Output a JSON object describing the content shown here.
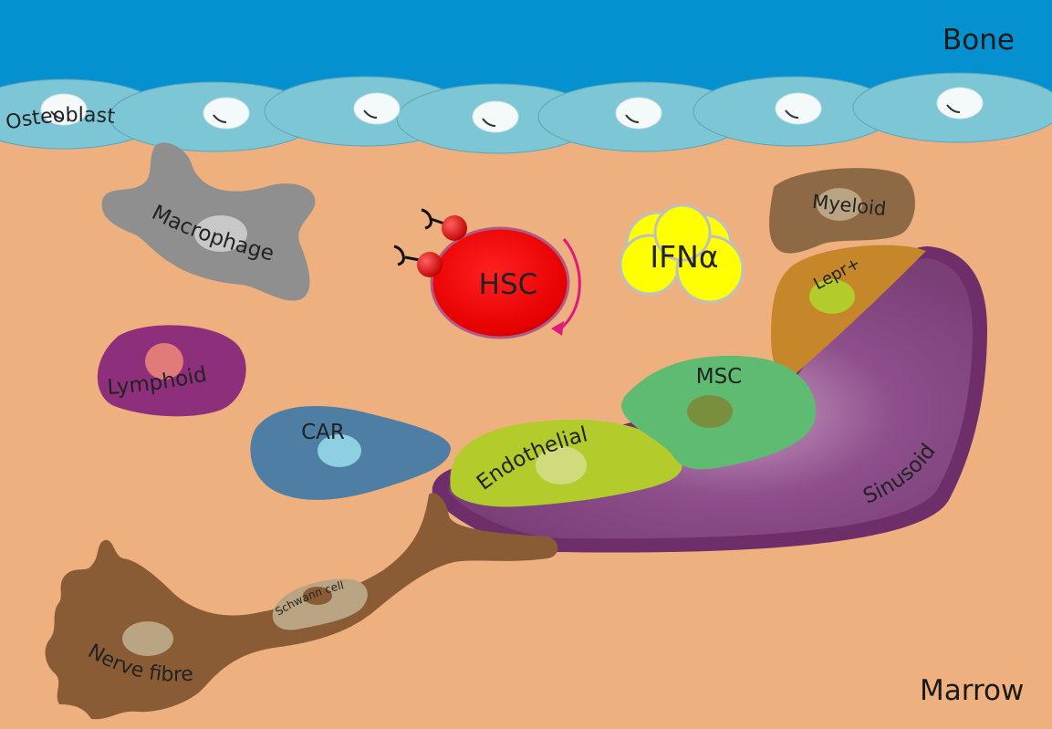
{
  "regions": {
    "bone": "Bone",
    "marrow": "Marrow"
  },
  "cells": {
    "osteoblast": "Osteoblast",
    "macrophage": "Macrophage",
    "hsc": "HSC",
    "ifn": "IFNα",
    "myeloid": "Myeloid",
    "lepr": "Lepr+",
    "lymphoid": "Lymphoid",
    "msc": "MSC",
    "car": "CAR",
    "endothelial": "Endothelial",
    "sinusoid": "Sinusoid",
    "schwann": "Schwann cell",
    "nerve": "Nerve fibre"
  },
  "colors": {
    "bone": "#0590cf",
    "osteoblast": "#7cc6d6",
    "marrow": "#efb07f",
    "macrophage": "#8f8f8f",
    "hsc": "#ff1a1a",
    "ifn": "#ffff00",
    "myeloid": "#8d6a45",
    "lepr": "#c6872a",
    "lymphoid": "#8d2f7a",
    "msc": "#5fba72",
    "car": "#4f7ea5",
    "endothelial": "#b3cb2b",
    "sinusoid": "#7b3f78",
    "nerve": "#8a5c36",
    "schwann": "#b9a483"
  }
}
